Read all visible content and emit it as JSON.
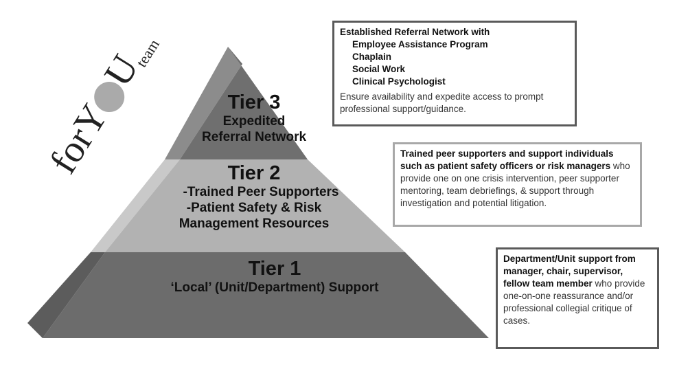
{
  "logo": {
    "pre": "forY",
    "post": "U",
    "sub": "team"
  },
  "pyramid": {
    "tiers": [
      {
        "title": "Tier 3",
        "lines": [
          "Expedited",
          "Referral Network"
        ],
        "color": "#6f6f6f"
      },
      {
        "title": "Tier 2",
        "lines": [
          "-Trained Peer Supporters",
          "-Patient Safety & Risk",
          "Management Resources"
        ],
        "color": "#b2b2b2"
      },
      {
        "title": "Tier 1",
        "lines": [
          "‘Local’ (Unit/Department) Support"
        ],
        "color": "#6c6c6c"
      }
    ]
  },
  "boxes": {
    "tier3": {
      "heading": "Established Referral Network with",
      "items": [
        "Employee Assistance Program",
        "Chaplain",
        "Social Work",
        "Clinical Psychologist"
      ],
      "note": "Ensure availability and expedite access to prompt professional support/guidance."
    },
    "tier2": {
      "bold": "Trained peer supporters and support individuals such as patient safety officers or risk managers",
      "rest": " who provide one on one crisis intervention, peer supporter mentoring, team debriefings, & support through investigation and potential litigation."
    },
    "tier1": {
      "bold": "Department/Unit support from manager, chair, supervisor, fellow team member",
      "rest": " who provide one-on-one reassurance and/or professional collegial critique of cases."
    }
  }
}
